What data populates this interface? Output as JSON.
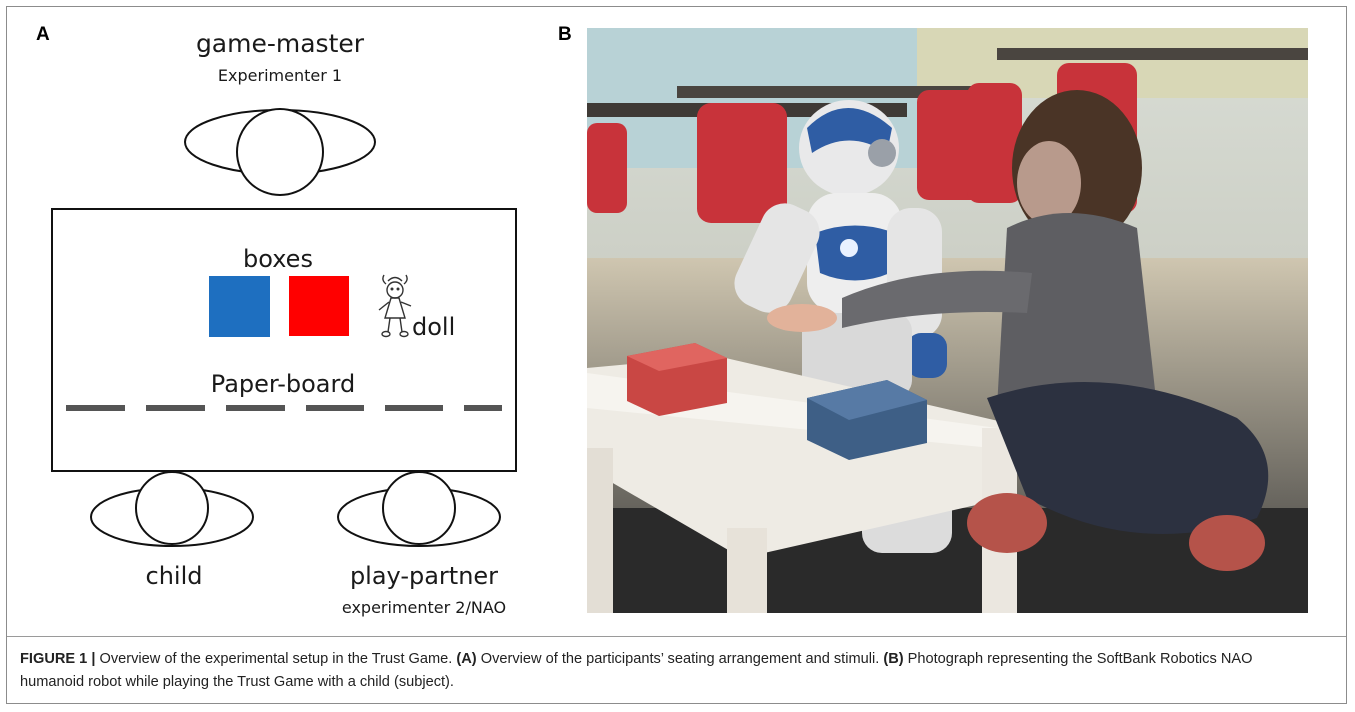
{
  "panel_a": {
    "label": "A",
    "game_master": {
      "title": "game-master",
      "subtitle": "Experimenter 1"
    },
    "boxes_label": "boxes",
    "doll_label": "doll",
    "paperboard_label": "Paper-board",
    "child_label": "child",
    "play_partner": {
      "title": "play-partner",
      "subtitle": "experimenter 2/NAO"
    },
    "colors": {
      "blue_box": "#1e6fc0",
      "red_box": "#ff0000",
      "board_line": "#555555"
    }
  },
  "panel_b": {
    "label": "B"
  },
  "caption": {
    "figure_label": "FIGURE 1 |",
    "text1": " Overview of the experimental setup in the Trust Game. ",
    "a_ref": "(A)",
    "text2": " Overview of the participants’ seating arrangement and stimuli. ",
    "b_ref": "(B)",
    "text3": " Photograph representing the SoftBank Robotics NAO humanoid robot while playing the Trust Game with a child (subject)."
  }
}
